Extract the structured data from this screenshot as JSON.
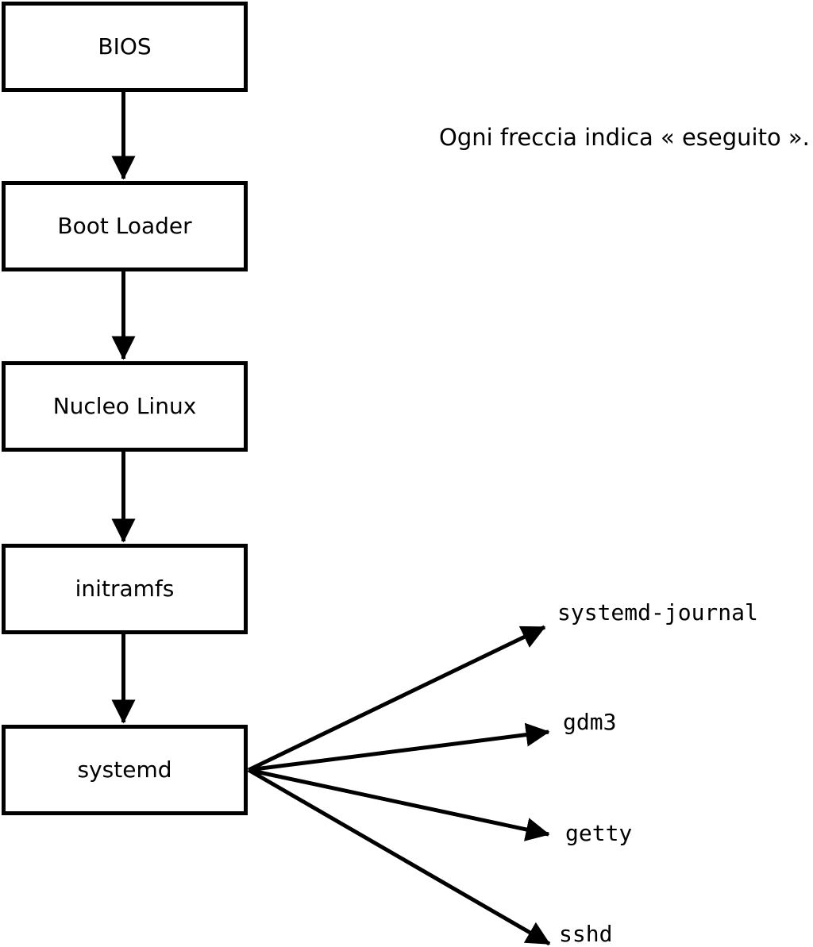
{
  "diagram": {
    "annotation": "Ogni freccia indica « eseguito ».",
    "chain": [
      {
        "id": "bios",
        "label": "BIOS"
      },
      {
        "id": "boot-loader",
        "label": "Boot Loader"
      },
      {
        "id": "nucleo-linux",
        "label": "Nucleo Linux"
      },
      {
        "id": "initramfs",
        "label": "initramfs"
      },
      {
        "id": "systemd",
        "label": "systemd"
      }
    ],
    "spawned": [
      {
        "id": "systemd-journal",
        "label": "systemd-journal"
      },
      {
        "id": "gdm3",
        "label": "gdm3"
      },
      {
        "id": "getty",
        "label": "getty"
      },
      {
        "id": "sshd",
        "label": "sshd"
      }
    ],
    "colors": {
      "stroke": "#000000",
      "box_fill": "#ffffff",
      "text": "#000000",
      "background": "#ffffff"
    }
  }
}
